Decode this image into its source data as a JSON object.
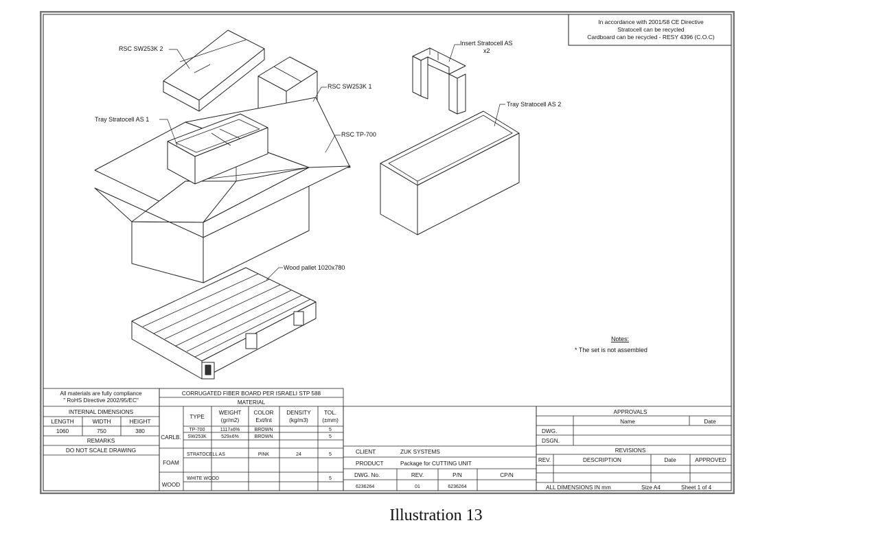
{
  "labels": {
    "rsc2": "RSC SW253K 2",
    "rsc1": "RSC SW253K 1",
    "tray1": "Tray Stratocell AS 1",
    "rsctp": "RSC TP-700",
    "insert_l1": "Insert Stratocell AS",
    "insert_l2": "x2",
    "tray2": "Tray Stratocell AS 2",
    "pallet": "Wood pallet 1020x780"
  },
  "recycle": {
    "l1": "In accordance with 2001/58 CE Directive",
    "l2": "Stratocell can be recycled",
    "l3": "Cardboard can be recycled - RESY 4396 (C.O.C)"
  },
  "notes": {
    "title": "Notes:",
    "item": "* The set is not assembled"
  },
  "compliance": {
    "l1": "All materials are fully compliance",
    "l2": "\" RoHS Directive 2002/95/EC\""
  },
  "internal": {
    "title": "INTERNAL DIMENSIONS",
    "length_h": "LENGTH",
    "width_h": "WIDTH",
    "height_h": "HEIGHT",
    "length": "1060",
    "width": "750",
    "height": "380",
    "remarks": "REMARKS",
    "noscale": "DO NOT SCALE DRAWING"
  },
  "material": {
    "board": "CORRUGATED FIBER BOARD PER ISRAELI STP 588",
    "title": "MATERIAL",
    "h_type": "TYPE",
    "h_weight1": "WEIGHT",
    "h_weight2": "(gr/m2)",
    "h_color1": "COLOR",
    "h_color2": "Ext/Int",
    "h_density1": "DENSITY",
    "h_density2": "(kg/m3)",
    "h_tol1": "TOL.",
    "h_tol2": "(±mm)",
    "carlb": "CARLB.",
    "foam": "FOAM",
    "wood": "WOOD",
    "r1": {
      "type": "TP-700",
      "weight": "1117±6%",
      "color": "BROWN",
      "tol": "5"
    },
    "r2": {
      "type": "SW253K",
      "weight": "529±6%",
      "color": "BROWN",
      "tol": "5"
    },
    "r3": {
      "type": "STRATOCELL AS",
      "color": "PINK",
      "density": "24",
      "tol": "5"
    },
    "r4": {
      "type": "WHITE WOOD",
      "tol": "5"
    }
  },
  "info": {
    "client_h": "CLIENT",
    "client": "ZUK SYSTEMS",
    "product_h": "PRODUCT",
    "product": "Package for CUTTING UNIT",
    "dwgno_h": "DWG. No.",
    "rev_h": "REV.",
    "pn_h": "P/N",
    "cpn_h": "CP/N",
    "dwgno": "6236264",
    "rev": "01",
    "pn": "6236264"
  },
  "approvals": {
    "title": "APPROVALS",
    "name_h": "Name",
    "date_h": "Date",
    "dwg": "DWG.",
    "dsgn": "DSGN."
  },
  "revisions": {
    "title": "REVISIONS",
    "rev_h": "REV.",
    "desc_h": "DESCRIPTION",
    "date_h": "Date",
    "approved_h": "APPROVED"
  },
  "footer": {
    "dims": "ALL DIMENSIONS IN mm",
    "size": "Size A4",
    "sheet": "Sheet 1 of 4"
  },
  "caption": "Illustration 13"
}
